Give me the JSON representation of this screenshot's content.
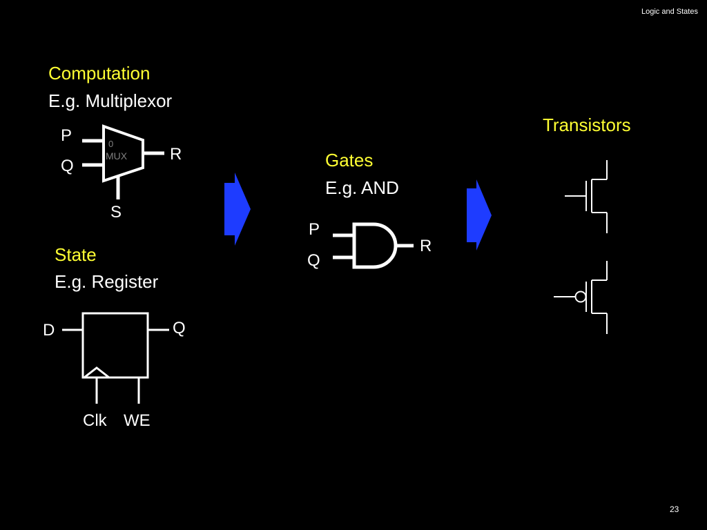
{
  "header": {
    "title": "Logic and States"
  },
  "footer": {
    "page_number": "23"
  },
  "computation": {
    "title": "Computation",
    "example": "E.g. Multiplexor",
    "mux": {
      "label_zero": "0",
      "label": "MUX",
      "in_p": "P",
      "in_q": "Q",
      "out": "R",
      "select": "S"
    }
  },
  "state": {
    "title": "State",
    "example": "E.g. Register",
    "register": {
      "in": "D",
      "out": "Q",
      "clk": "Clk",
      "we": "WE"
    }
  },
  "gates": {
    "title": "Gates",
    "example": "E.g. AND",
    "and_gate": {
      "in_p": "P",
      "in_q": "Q",
      "out": "R"
    }
  },
  "transistors": {
    "title": "Transistors"
  },
  "colors": {
    "heading": "#FFFF33",
    "text": "#FFFFFF",
    "arrow": "#1E3CFF",
    "background": "#000000"
  },
  "icons": [
    "mux-symbol",
    "register-symbol",
    "and-gate-symbol",
    "nmos-transistor-symbol",
    "pmos-transistor-symbol",
    "right-arrow-icon"
  ]
}
